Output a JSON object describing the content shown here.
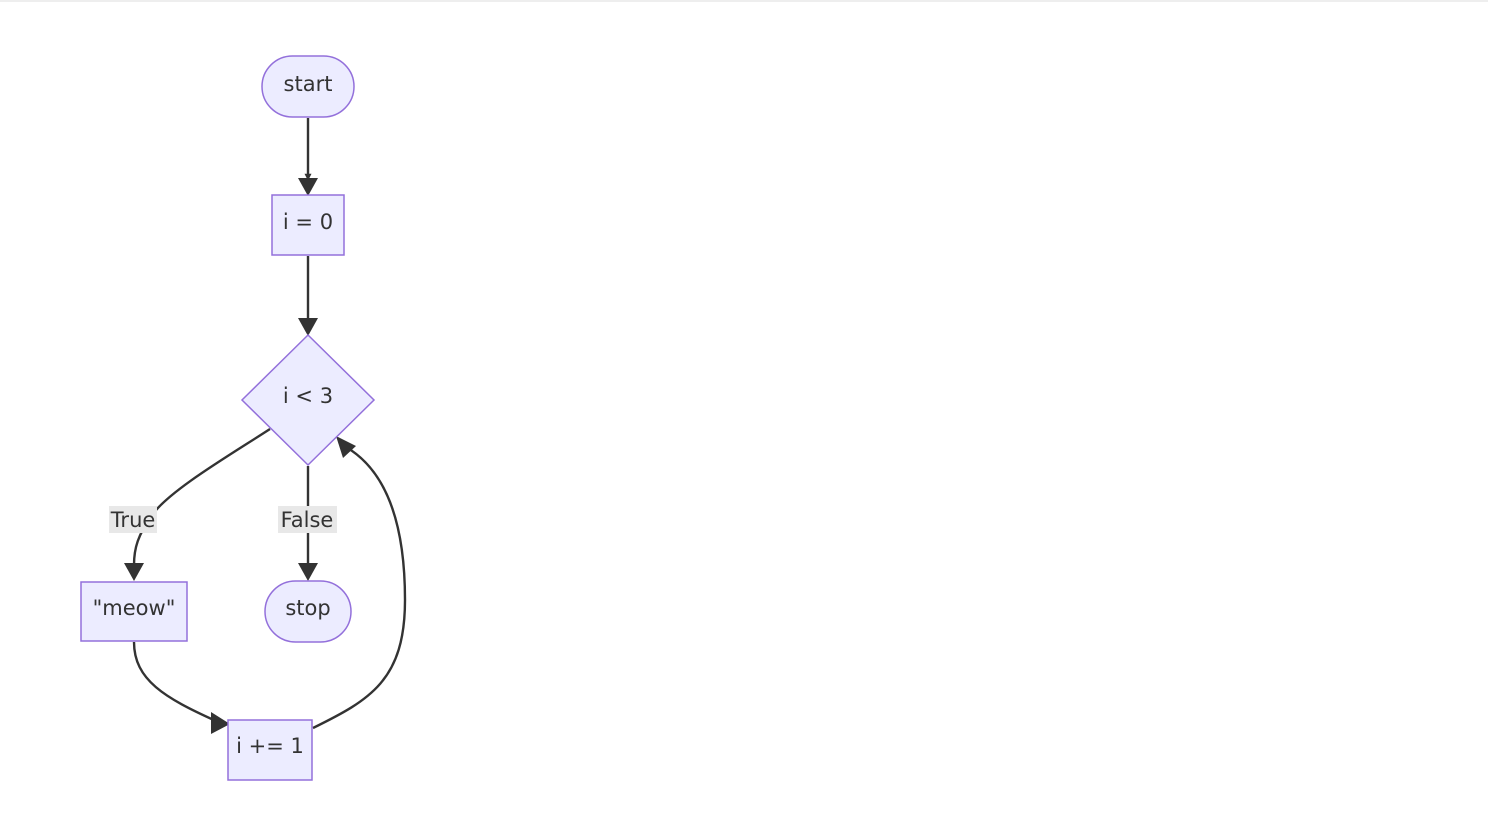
{
  "diagram": {
    "type": "flowchart",
    "nodes": {
      "start": {
        "label": "start",
        "shape": "stadium"
      },
      "init": {
        "label": "i = 0",
        "shape": "rectangle"
      },
      "condition": {
        "label": "i < 3",
        "shape": "diamond"
      },
      "meow": {
        "label": "\"meow\"",
        "shape": "rectangle"
      },
      "stop": {
        "label": "stop",
        "shape": "stadium"
      },
      "increment": {
        "label": "i += 1",
        "shape": "rectangle"
      }
    },
    "edges": [
      {
        "from": "start",
        "to": "init",
        "label": ""
      },
      {
        "from": "init",
        "to": "condition",
        "label": ""
      },
      {
        "from": "condition",
        "to": "meow",
        "label": "True"
      },
      {
        "from": "condition",
        "to": "stop",
        "label": "False"
      },
      {
        "from": "meow",
        "to": "increment",
        "label": ""
      },
      {
        "from": "increment",
        "to": "condition",
        "label": ""
      }
    ],
    "colors": {
      "node_fill": "#ECECFF",
      "node_stroke": "#9370DB",
      "edge": "#333333",
      "edge_label_background": "#e8e8e8"
    }
  }
}
